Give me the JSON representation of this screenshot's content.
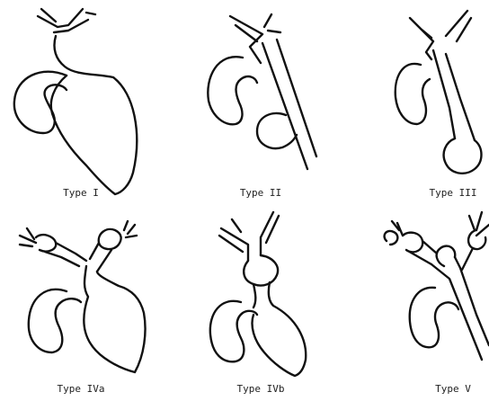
{
  "labels": {
    "type1": "Type I",
    "type2": "Type II",
    "type3": "Type III",
    "type4a": "Type IVa",
    "type4b": "Type IVb",
    "type5": "Type V"
  }
}
